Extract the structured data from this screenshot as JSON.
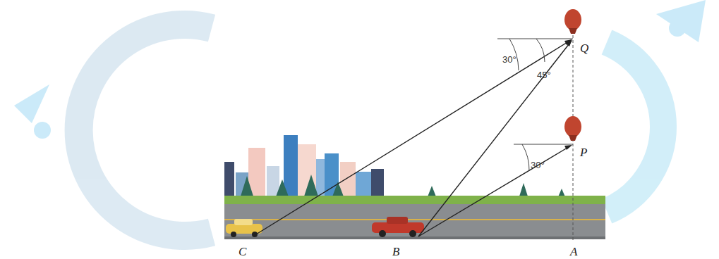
{
  "diagram": {
    "labels": [
      "30°",
      "45°",
      "Q",
      "30°",
      "P",
      "C",
      "B",
      "A"
    ]
  }
}
